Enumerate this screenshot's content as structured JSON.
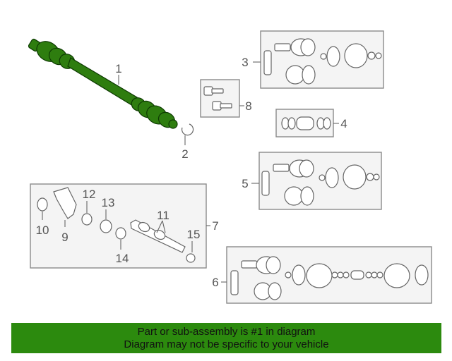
{
  "callouts": {
    "c1": "1",
    "c2": "2",
    "c3": "3",
    "c4": "4",
    "c5": "5",
    "c6": "6",
    "c7": "7",
    "c8": "8",
    "c9": "9",
    "c10": "10",
    "c11": "11",
    "c12": "12",
    "c13": "13",
    "c14": "14",
    "c15": "15"
  },
  "colors": {
    "highlight_part": "#2e7d0f",
    "banner": "#2c8a0e",
    "line": "#666666",
    "box_fill": "#f4f4f4"
  },
  "banner": {
    "line1": "Part or sub-assembly is #1 in diagram",
    "line2": "Diagram may not be specific to your vehicle"
  }
}
